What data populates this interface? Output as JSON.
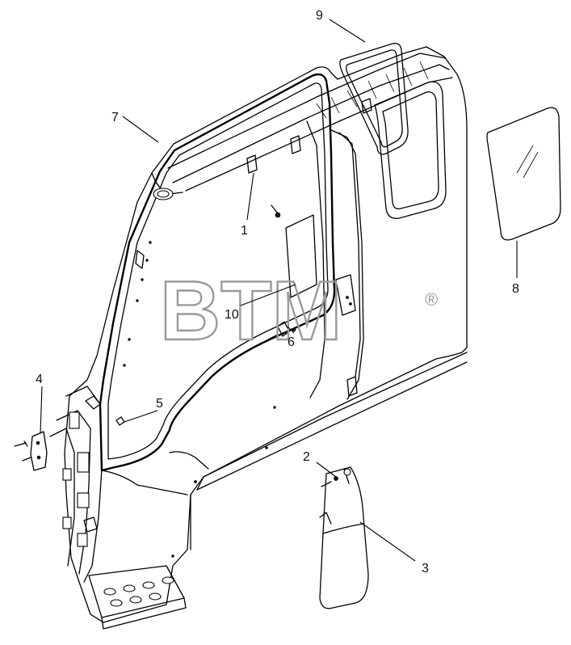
{
  "watermark": {
    "text": "BTM",
    "registered_mark": "®"
  },
  "callouts": [
    {
      "id": "1",
      "label": "1"
    },
    {
      "id": "2",
      "label": "2"
    },
    {
      "id": "3",
      "label": "3"
    },
    {
      "id": "4",
      "label": "4"
    },
    {
      "id": "5",
      "label": "5"
    },
    {
      "id": "6",
      "label": "6"
    },
    {
      "id": "7",
      "label": "7"
    },
    {
      "id": "8",
      "label": "8"
    },
    {
      "id": "9",
      "label": "9"
    },
    {
      "id": "10",
      "label": "10"
    }
  ]
}
